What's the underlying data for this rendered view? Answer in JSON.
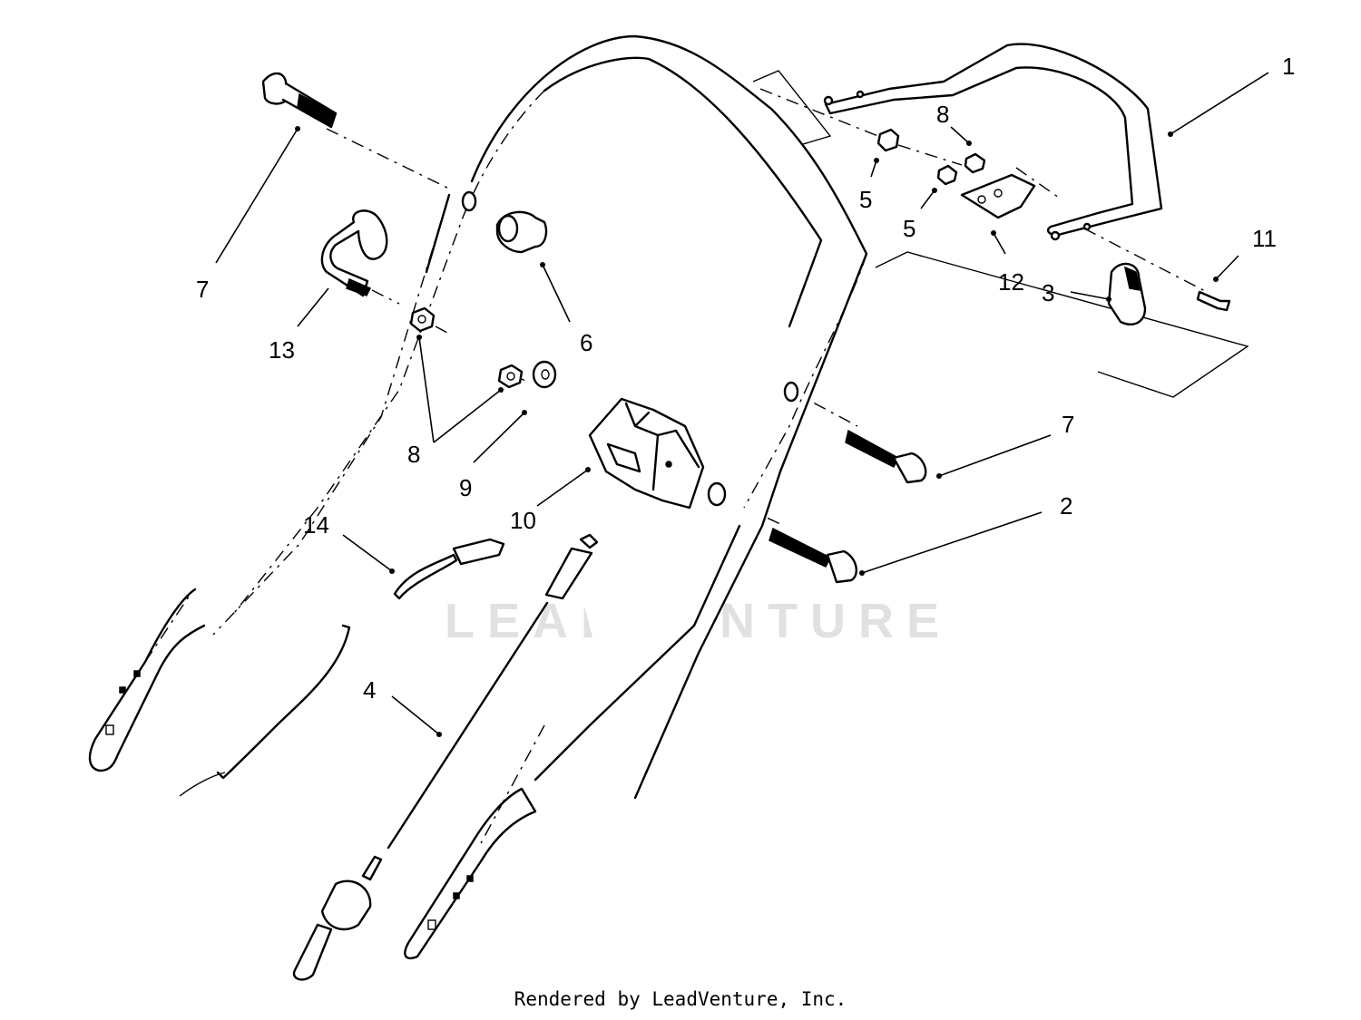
{
  "diagram": {
    "callouts": [
      {
        "id": "c1",
        "label": "1"
      },
      {
        "id": "c2",
        "label": "2"
      },
      {
        "id": "c3",
        "label": "3"
      },
      {
        "id": "c4",
        "label": "4"
      },
      {
        "id": "c5a",
        "label": "5"
      },
      {
        "id": "c5b",
        "label": "5"
      },
      {
        "id": "c6",
        "label": "6"
      },
      {
        "id": "c7a",
        "label": "7"
      },
      {
        "id": "c7b",
        "label": "7"
      },
      {
        "id": "c8a",
        "label": "8"
      },
      {
        "id": "c8b",
        "label": "8"
      },
      {
        "id": "c9",
        "label": "9"
      },
      {
        "id": "c10",
        "label": "10"
      },
      {
        "id": "c11",
        "label": "11"
      },
      {
        "id": "c12",
        "label": "12"
      },
      {
        "id": "c13",
        "label": "13"
      },
      {
        "id": "c14",
        "label": "14"
      }
    ],
    "watermark": "LEADVENTURE",
    "credit": "Rendered by LeadVenture, Inc."
  },
  "colors": {
    "ink": "#000000",
    "paper": "#ffffff",
    "watermark": "#d8d8d8"
  }
}
